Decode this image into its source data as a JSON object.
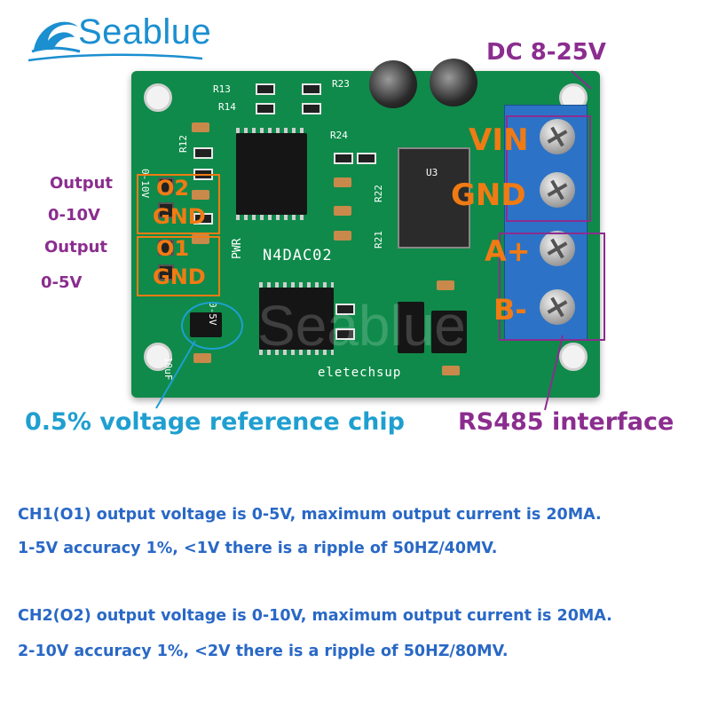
{
  "brand": {
    "name": "Seablue",
    "watermark": "Seablue"
  },
  "board": {
    "model": "N4DAC02",
    "maker": "eletechsup",
    "silkscreen": {
      "r13": "R13",
      "r14": "R14",
      "r23": "R23",
      "r24": "R24",
      "r12": "R12",
      "r22": "R22",
      "r21": "R21",
      "pwr": "PWR",
      "u3": "U3",
      "range10": "0-10V",
      "range5": "0-5V",
      "cap": "10uF"
    }
  },
  "labels": {
    "power": "DC 8-25V",
    "vin": "VIN",
    "gnd": "GND",
    "a_plus": "A+",
    "b_minus": "B-",
    "rs485": "RS485 interface",
    "ref_chip": "0.5% voltage reference chip",
    "o2": "O2",
    "o2_gnd": "GND",
    "o1": "O1",
    "o1_gnd": "GND",
    "output1_title": "Output",
    "output1_range": "0-10V",
    "output2_title": "Output",
    "output2_range": "0-5V"
  },
  "description": {
    "ch1_line1": "CH1(O1) output voltage is 0-5V, maximum output current is 20MA.",
    "ch1_line2": "1-5V accuracy 1%, <1V there is a ripple of 50HZ/40MV.",
    "ch2_line1": "CH2(O2) output voltage is 0-10V, maximum output current is 20MA.",
    "ch2_line2": "2-10V accuracy 1%, <2V there is a ripple of 50HZ/80MV."
  },
  "colors": {
    "label_orange": "#f07b14",
    "label_purple": "#8b2d8f",
    "text_blue": "#2968c6",
    "pcb_green": "#0f8a4a",
    "terminal_blue": "#2c73c7"
  }
}
